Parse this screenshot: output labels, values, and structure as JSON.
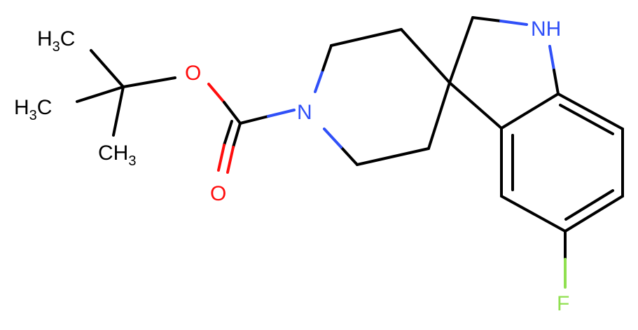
{
  "molecule": {
    "atoms": {
      "methyl_top": {
        "main": "H",
        "sub": "3",
        "tail": "C"
      },
      "methyl_mid": {
        "main": "H",
        "sub": "3",
        "tail": "C"
      },
      "methyl_low": {
        "main": "CH",
        "sub": "3"
      },
      "ether_oxygen": {
        "main": "O"
      },
      "carbonyl_oxygen": {
        "main": "O"
      },
      "piperidine_nitrogen": {
        "main": "N"
      },
      "indoline_nh": {
        "main": "NH"
      },
      "fluorine": {
        "main": "F"
      }
    }
  },
  "colors": {
    "carbon_bond": "#000000",
    "oxygen": "#ff0d0d",
    "nitrogen": "#3050f8",
    "fluorine": "#90e050"
  }
}
